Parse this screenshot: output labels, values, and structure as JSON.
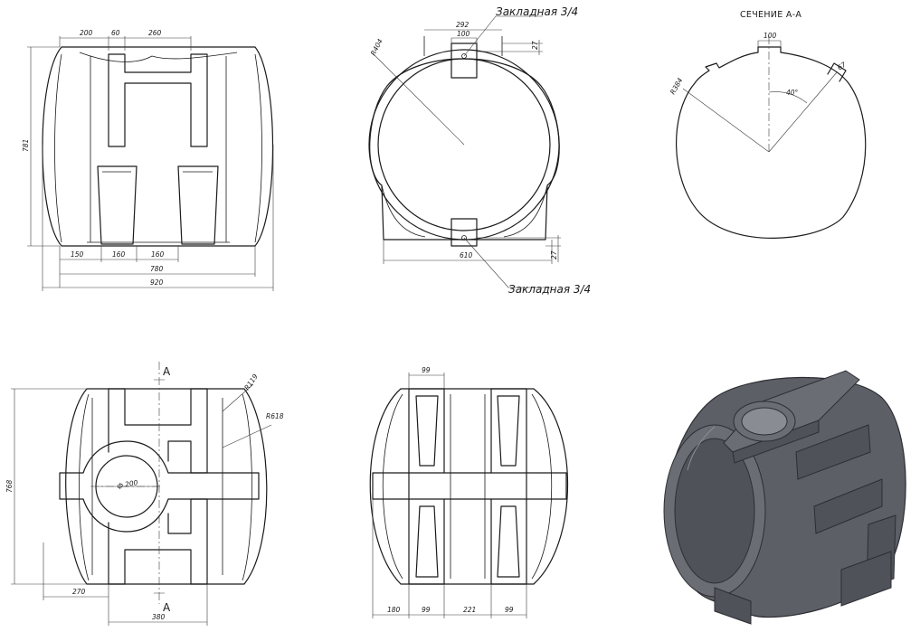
{
  "front_view": {
    "dim_top_1": "200",
    "dim_top_2": "60",
    "dim_top_3": "260",
    "dim_height": "781",
    "dim_bottom_1": "150",
    "dim_bottom_2": "160",
    "dim_bottom_3": "160",
    "dim_width_inner": "780",
    "dim_width_outer": "920"
  },
  "side_view": {
    "dim_top_width": "292",
    "dim_top_inner": "100",
    "dim_top_offset": "27",
    "dim_radius": "R404",
    "dim_base_width": "610",
    "dim_base_offset": "27",
    "label_top": "Закладная 3/4",
    "label_bottom": "Закладная 3/4"
  },
  "section_view": {
    "title": "СЕЧЕНИЕ А-А",
    "dim_top": "100",
    "dim_side": "67",
    "dim_radius": "R384",
    "dim_angle": "40°"
  },
  "top_view": {
    "section_mark_top": "А",
    "section_mark_bottom": "А",
    "dim_r119": "R119",
    "dim_r618": "R618",
    "dim_height": "768",
    "dim_diameter": "ф 200",
    "dim_offset": "270",
    "dim_width": "380"
  },
  "bottom_view": {
    "dim_top": "99",
    "dim_b1": "180",
    "dim_b2": "99",
    "dim_b3": "221",
    "dim_b4": "99"
  }
}
